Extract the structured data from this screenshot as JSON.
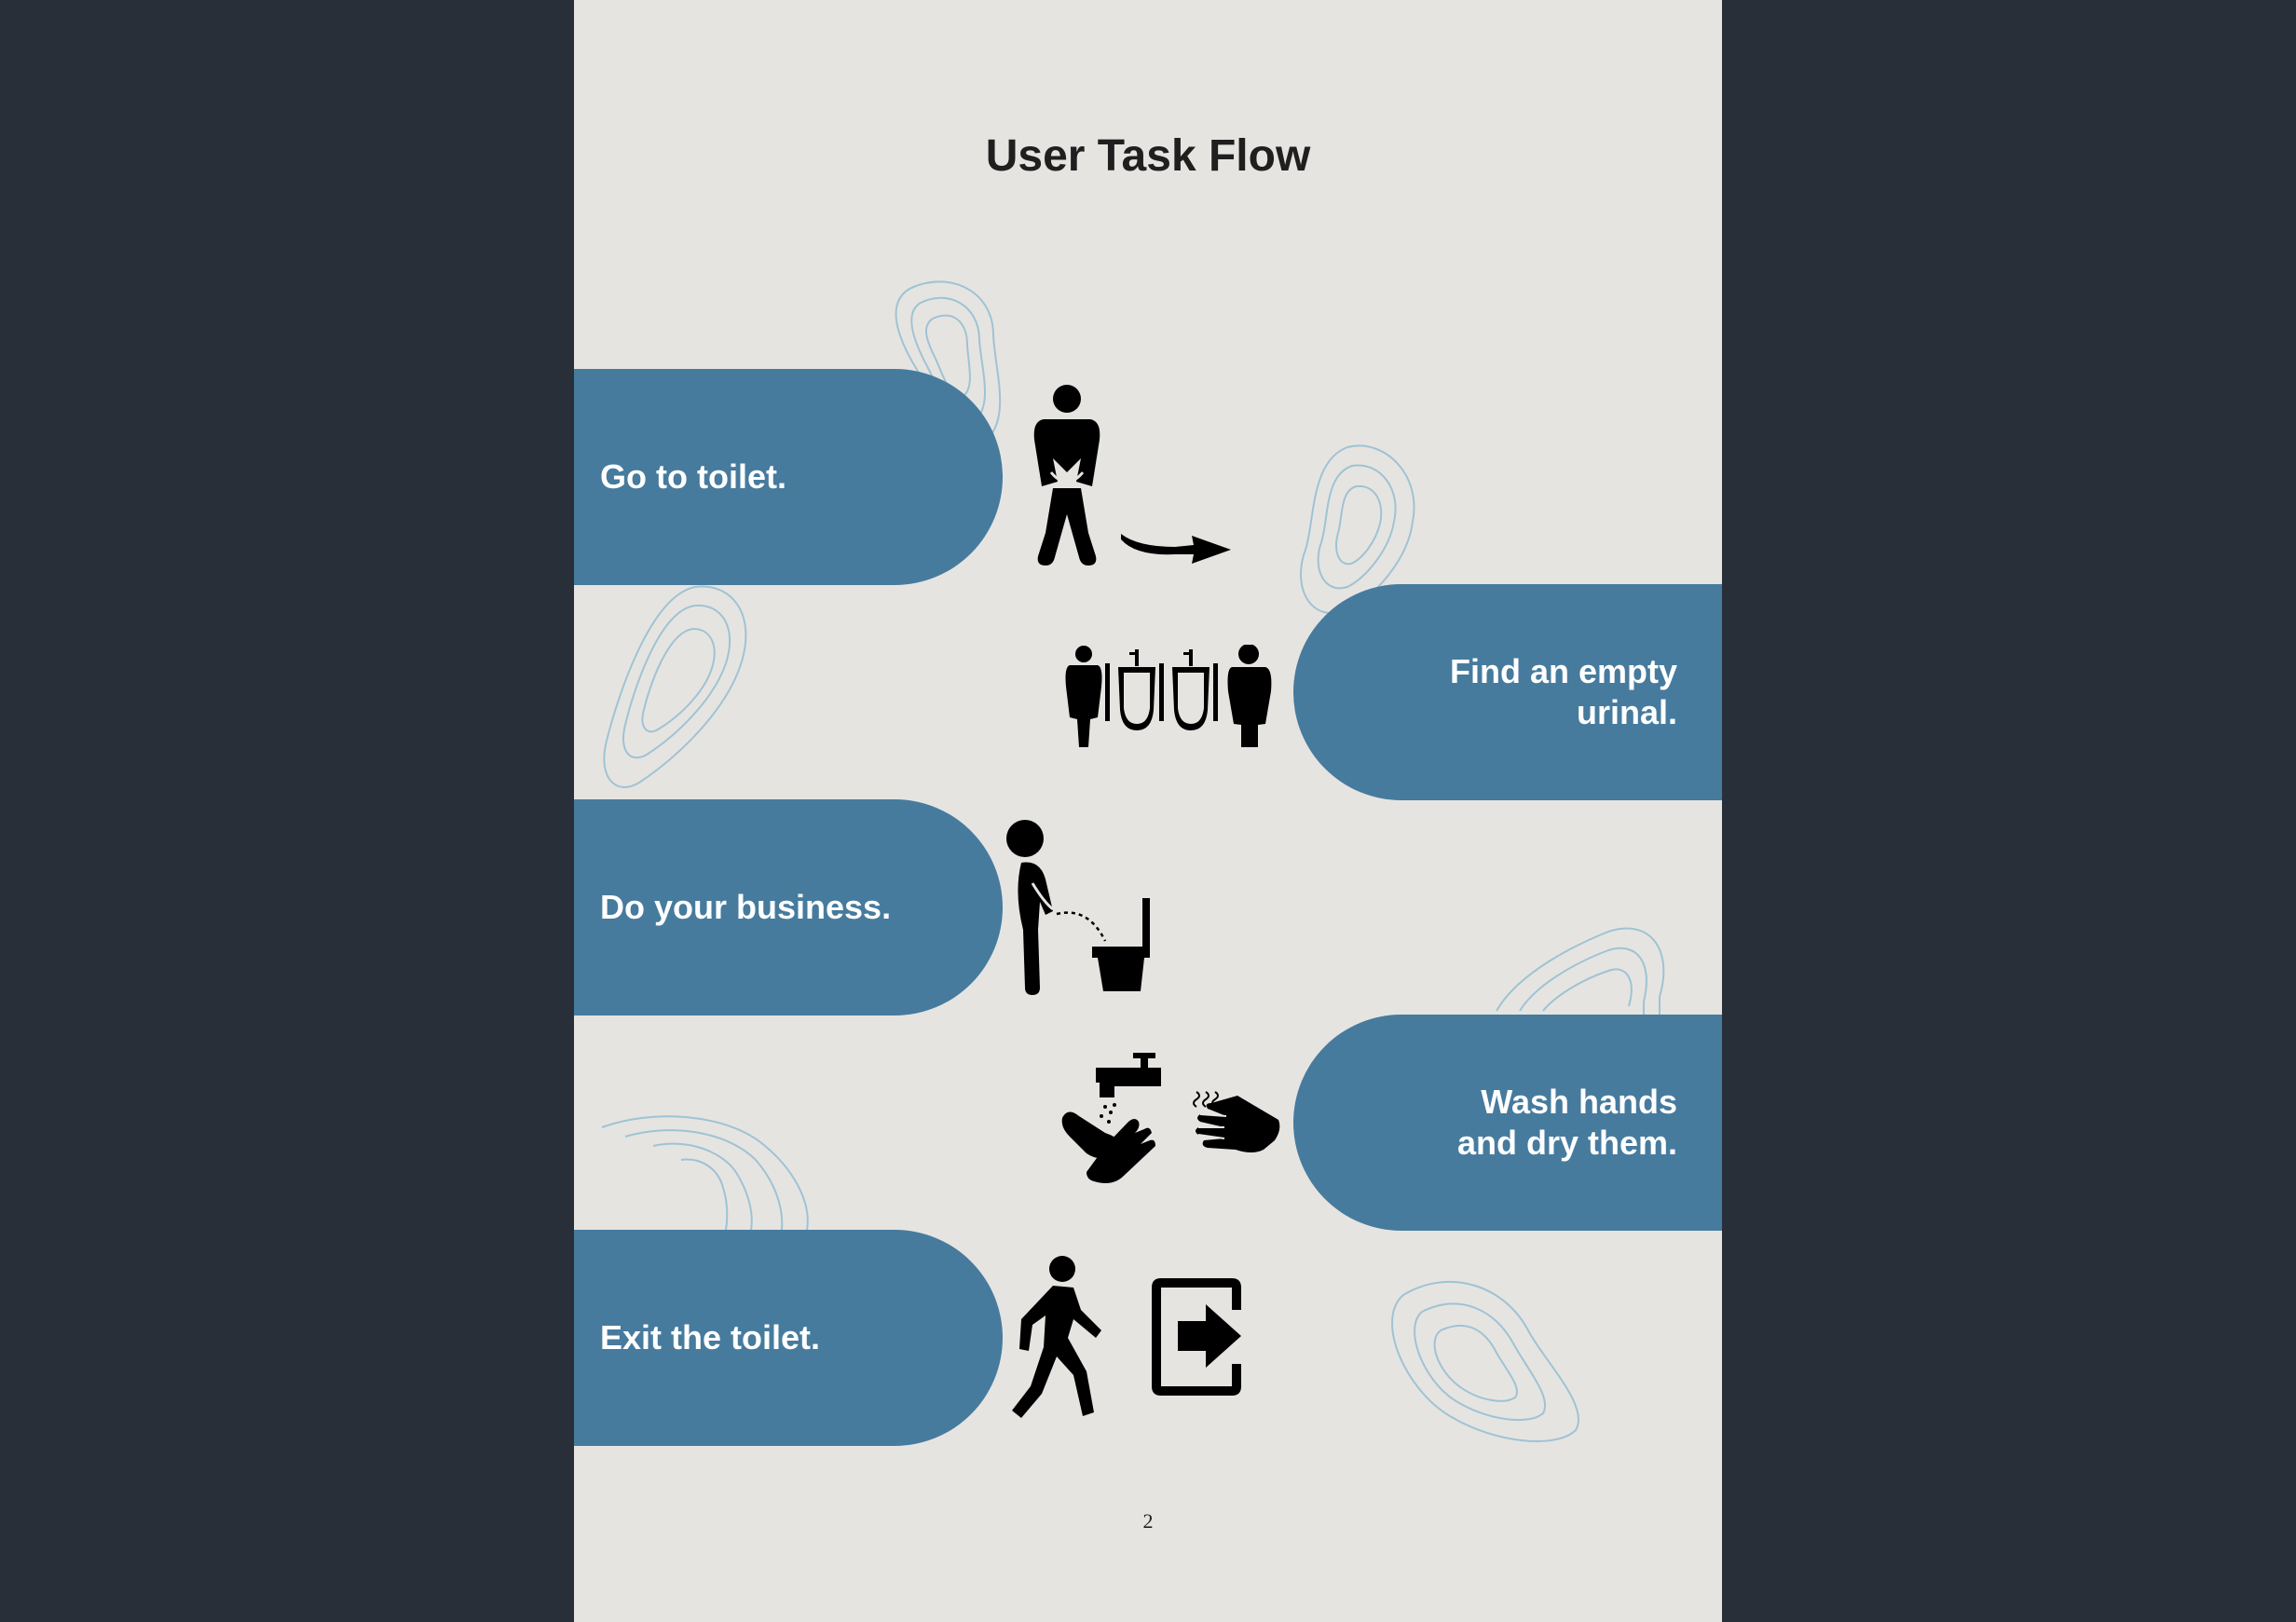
{
  "document": {
    "title": "User Task Flow",
    "page_number": "2"
  },
  "steps": [
    {
      "label": "Go to toilet.",
      "icons": [
        "person-waiting-icon",
        "arrow-right-icon"
      ]
    },
    {
      "label": "Find an empty urinal.",
      "icons": [
        "urinals-row-icon"
      ]
    },
    {
      "label": "Do your business.",
      "icons": [
        "person-urinating-icon"
      ]
    },
    {
      "label": "Wash hands and dry them.",
      "icons": [
        "wash-hands-icon",
        "dry-hands-icon"
      ]
    },
    {
      "label": "Exit the toilet.",
      "icons": [
        "walking-person-icon",
        "exit-door-icon"
      ]
    }
  ],
  "colors": {
    "pill": "#467b9e",
    "page": "#e6e4e1",
    "background": "#282f39",
    "contour": "#9fc3d4"
  }
}
